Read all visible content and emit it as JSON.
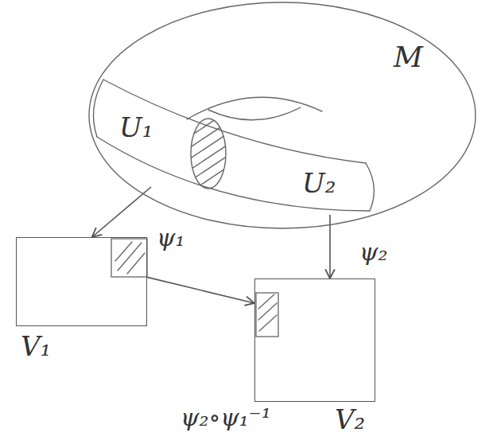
{
  "diagram": {
    "nodes": [
      {
        "text": [
          "M"
        ]
      },
      {
        "text": [
          "U₁"
        ],
        "in": 0
      },
      {
        "text": [
          "U₂"
        ],
        "in": 0
      },
      {
        "text": [
          "V₁"
        ]
      },
      {
        "text": [
          "V₂"
        ]
      }
    ],
    "edges": [
      {
        "from": 1,
        "to": 3,
        "arrow": "to",
        "label": "ψ₁"
      },
      {
        "from": 2,
        "to": 4,
        "arrow": "to",
        "label": "ψ₂"
      },
      {
        "from": 3,
        "to": 4,
        "arrow": "to",
        "label": "ψ₂∘ψ₁⁻¹"
      }
    ]
  }
}
